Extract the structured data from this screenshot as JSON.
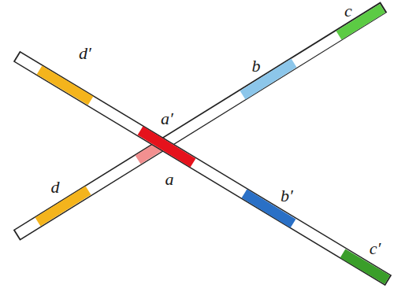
{
  "diagram": {
    "labels": [
      "c",
      "d′",
      "b",
      "a′",
      "a",
      "d",
      "b′",
      "c′"
    ]
  }
}
